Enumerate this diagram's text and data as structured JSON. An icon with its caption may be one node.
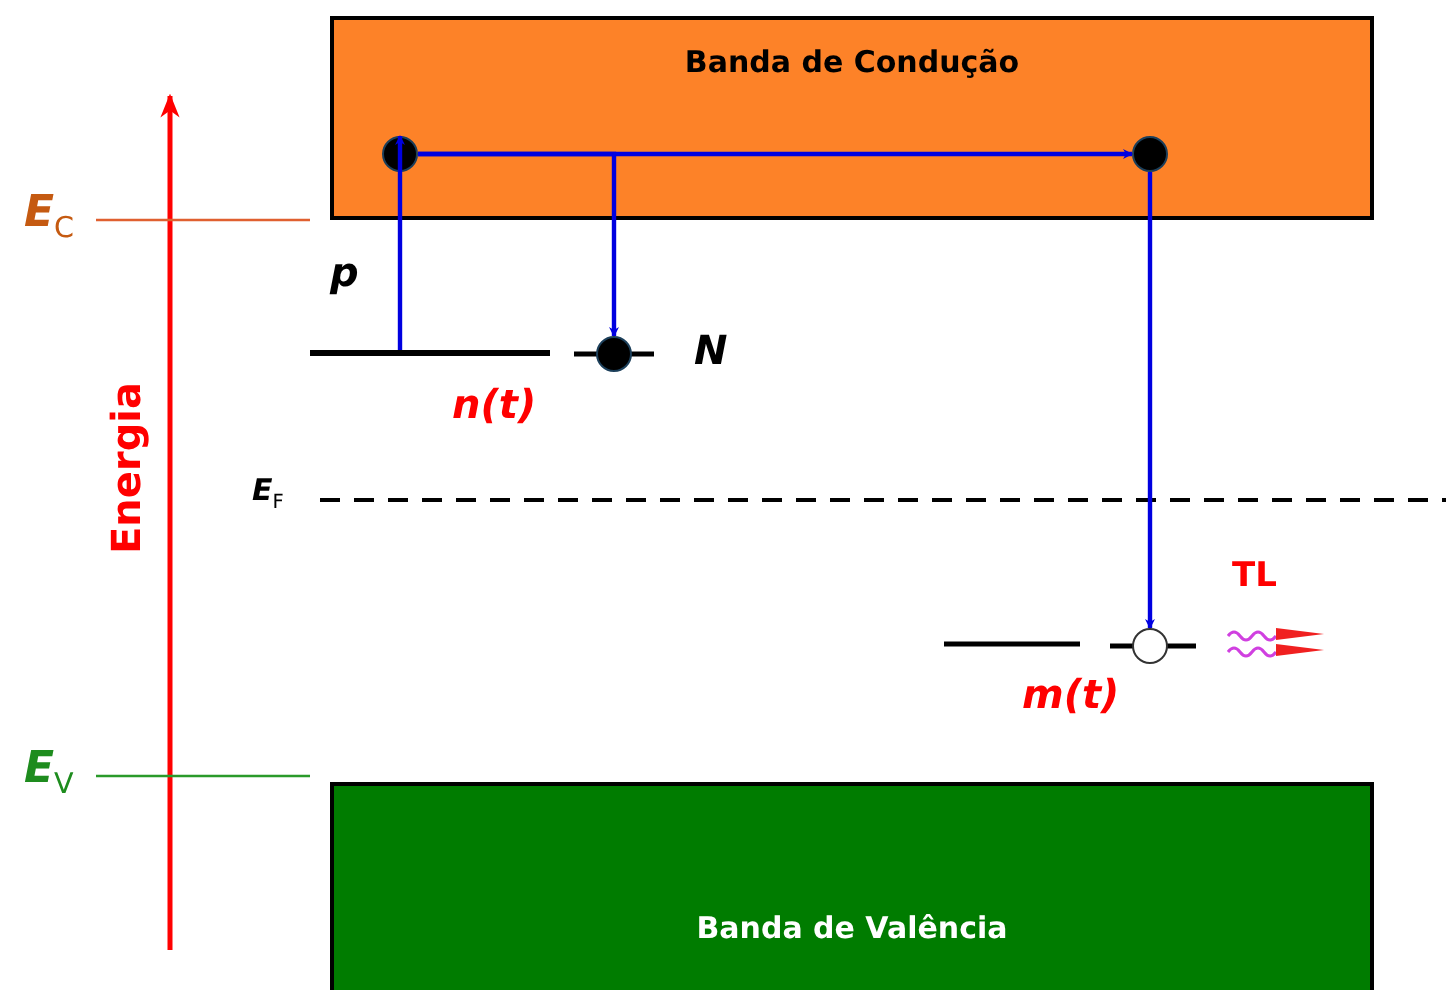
{
  "diagram": {
    "nodes": [
      {
        "text": [
          "Banda de Condução"
        ]
      },
      {
        "text": [
          "Banda de Valência"
        ]
      },
      {
        "text": [],
        "shape": "circle",
        "in": 0
      },
      {
        "text": [],
        "shape": "circle",
        "in": 0
      },
      {
        "text": [],
        "shape": "bar"
      },
      {
        "text": [],
        "shape": "circle"
      },
      {
        "text": [],
        "shape": "circle"
      }
    ],
    "edges": [
      {
        "from": 4,
        "to": 2,
        "arrow": "to"
      },
      {
        "from": 2,
        "to": 3,
        "arrow": "to"
      },
      {
        "from": 2,
        "to": 5,
        "arrow": "to"
      },
      {
        "from": 3,
        "to": 6,
        "arrow": "to"
      }
    ],
    "labels": [
      "E$_{C}$",
      "p",
      "N",
      "n(t)",
      "E$_{F}$",
      "Energia",
      "TL",
      "m(t)",
      "E$_{V}$"
    ]
  }
}
